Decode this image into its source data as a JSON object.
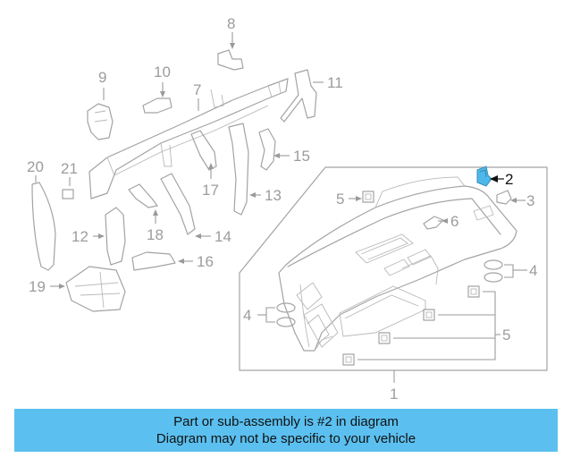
{
  "diagram": {
    "callouts": [
      "1",
      "2",
      "3",
      "4",
      "4",
      "5",
      "5",
      "6",
      "7",
      "8",
      "9",
      "10",
      "11",
      "12",
      "13",
      "14",
      "15",
      "16",
      "17",
      "18",
      "19",
      "20",
      "21"
    ],
    "highlighted_part": "2",
    "highlight_color": "#4db8ea"
  },
  "banner": {
    "line1": "Part or sub-assembly is #2 in diagram",
    "line2": "Diagram may not be specific to your vehicle",
    "background": "#5bc0f0"
  }
}
